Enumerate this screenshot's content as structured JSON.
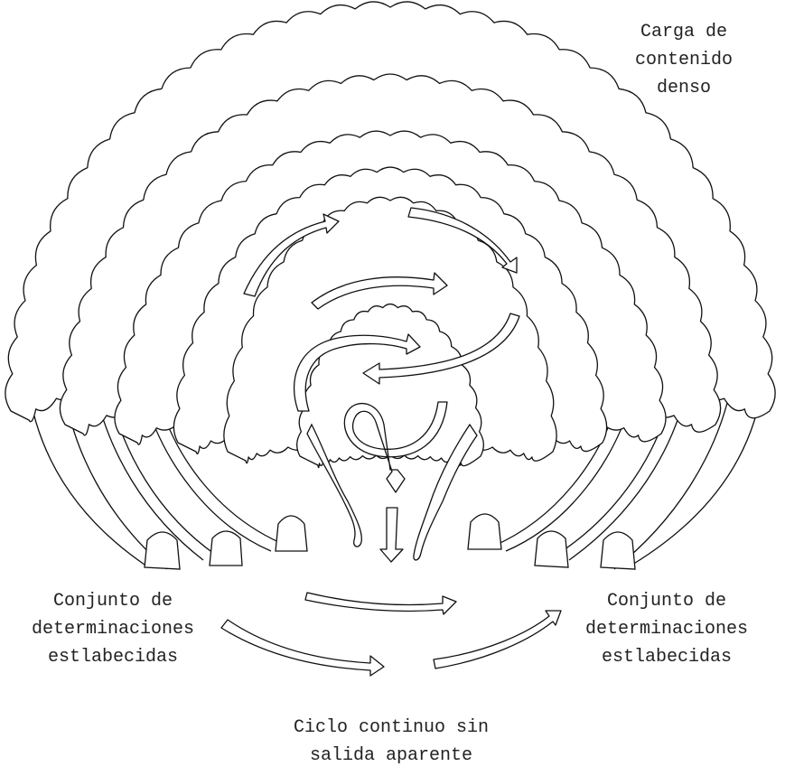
{
  "labels": {
    "top_right": [
      "Carga de",
      "contenido",
      "denso"
    ],
    "left": [
      "Conjunto de",
      "determinaciones",
      "estlabecidas"
    ],
    "right": [
      "Conjunto de",
      "determinaciones",
      "estlabecidas"
    ],
    "bottom": [
      "Ciclo continuo sin",
      "salida aparente"
    ]
  },
  "style": {
    "stroke": "#111111",
    "fill": "#ffffff",
    "text": "#222222"
  }
}
